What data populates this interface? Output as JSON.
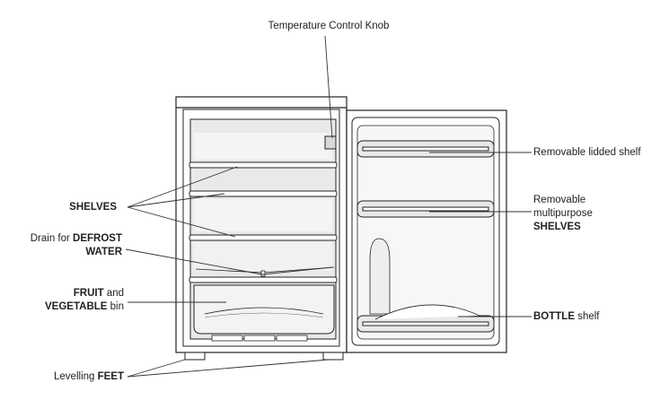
{
  "labels": {
    "temperature_control_knob": "Temperature Control Knob",
    "shelves": "SHELVES",
    "drain_prefix": "Drain for ",
    "drain_bold_1": "DEFROST",
    "drain_bold_2": "WATER",
    "fruit_bold": "FRUIT",
    "fruit_and": " and",
    "vegetable_bold": "VEGETABLE",
    "bin": " bin",
    "levelling": "Levelling ",
    "feet": "FEET",
    "removable_lidded_shelf": "Removable lidded shelf",
    "removable": "Removable",
    "multipurpose": "multipurpose",
    "door_shelves": "SHELVES",
    "bottle_bold": "BOTTLE",
    "shelf": " shelf"
  },
  "colors": {
    "outline": "#222222",
    "interior_shade": "#e6e6e6",
    "light_shade": "#f2f2f2",
    "leader_line": "#333333"
  }
}
